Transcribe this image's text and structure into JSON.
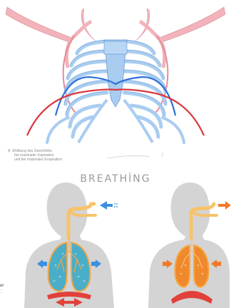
{
  "caption": {
    "letter": "A",
    "line1": "Wölbung des Zwerchfells",
    "line2": "bei maximaler Inspiration",
    "line3": "und bei maximaler Exspiration"
  },
  "title": "BREATHİNG",
  "corner": {
    "word": "er",
    "line1": "...",
    "line2": "..."
  },
  "colors": {
    "bone_blue": "#a9cdf0",
    "bone_outline": "#5a8fd0",
    "rib_red": "#f2b3bb",
    "diaphragm_blue": "#2f6fd8",
    "diaphragm_red": "#d9383e",
    "body_gray": "#d4d4d4",
    "lung_teal": "#4aaec8",
    "lung_orange": "#f0892b",
    "airway": "#f7c36a",
    "arrow_blue": "#3e8fe0",
    "arrow_orange": "#f07a2a",
    "diaphragm_body": "#e2413b"
  }
}
